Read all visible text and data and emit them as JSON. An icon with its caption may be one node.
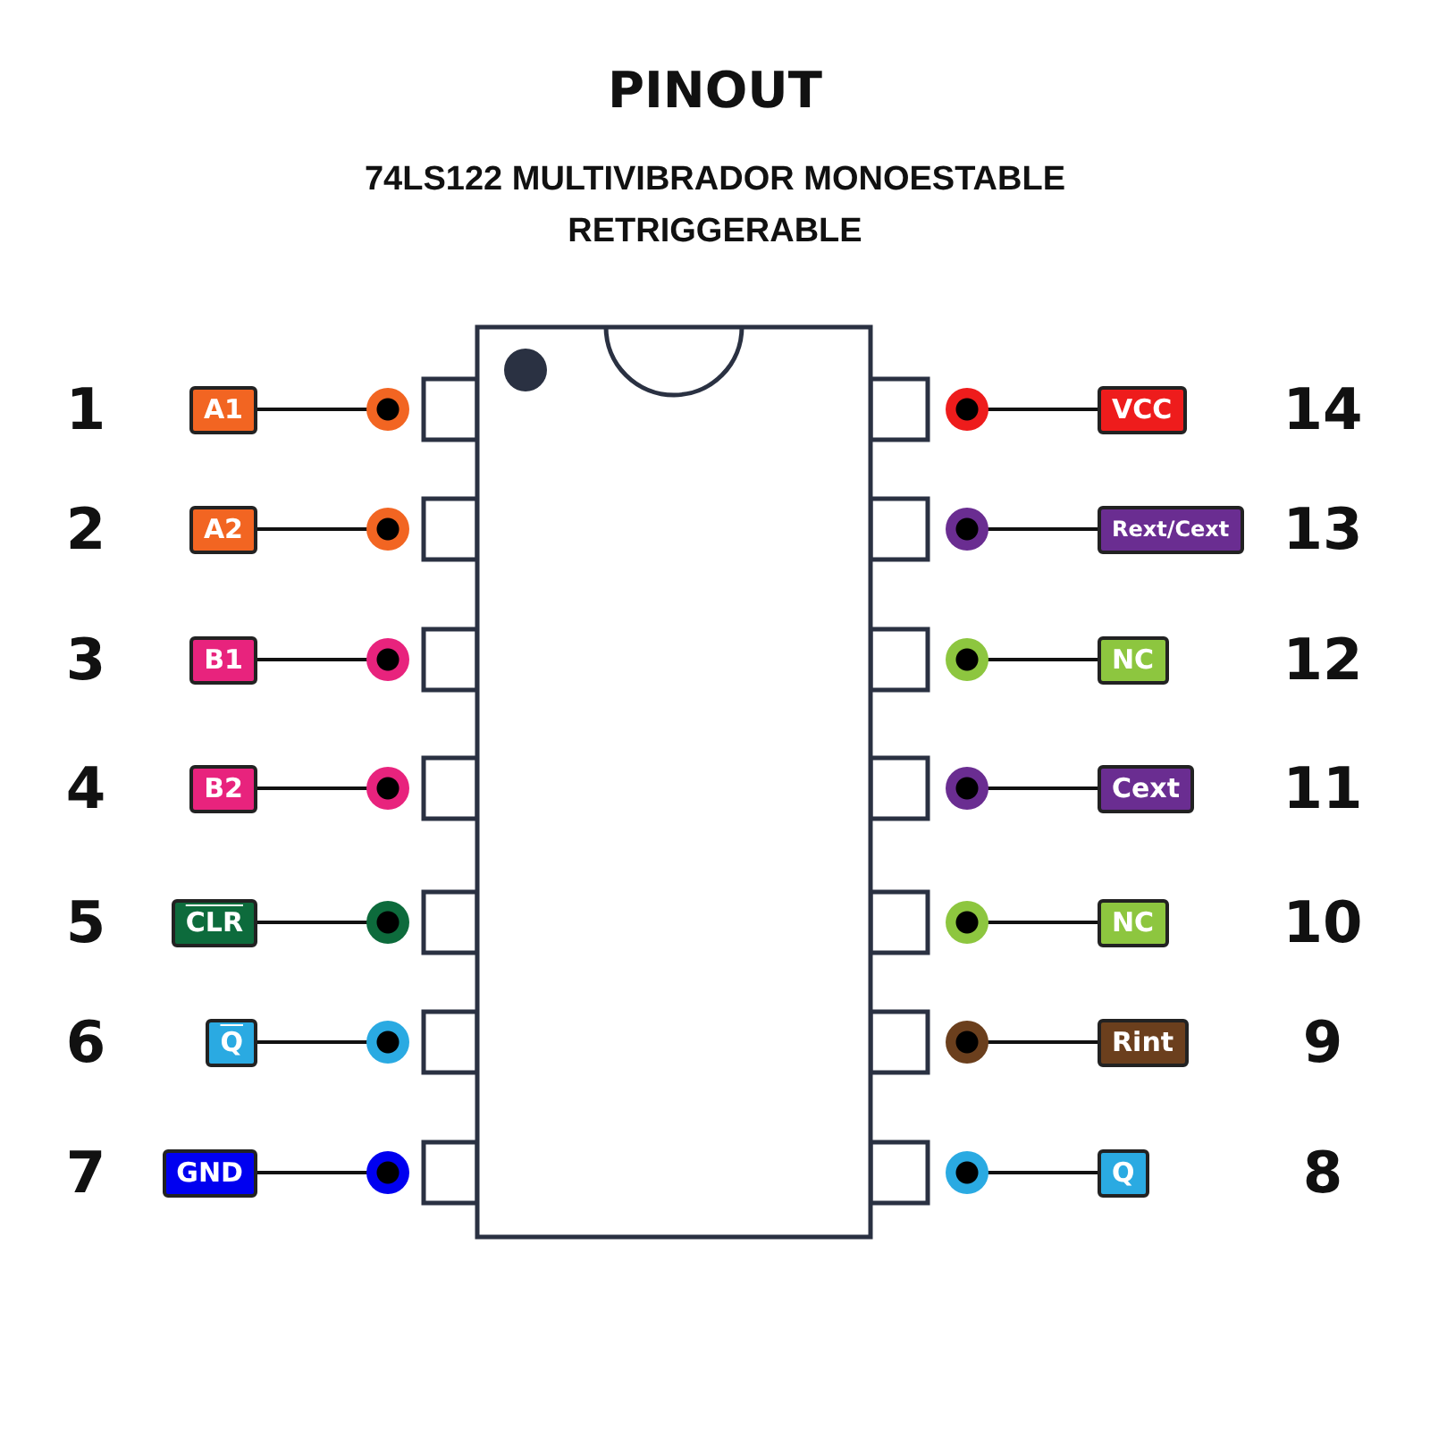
{
  "diagram": {
    "title": "PINOUT",
    "nodes": [
      {
        "text": [
          "A1"
        ],
        "beside": [
          "1"
        ]
      },
      {
        "text": [],
        "shape": "circle"
      },
      {
        "text": [
          "A2"
        ],
        "beside": [
          "2"
        ]
      },
      {
        "text": [],
        "shape": "circle"
      },
      {
        "text": [
          "B1"
        ],
        "beside": [
          "3"
        ]
      },
      {
        "text": [],
        "shape": "circle"
      },
      {
        "text": [
          "B2"
        ],
        "beside": [
          "4"
        ]
      },
      {
        "text": [],
        "shape": "circle"
      },
      {
        "text": [
          "CLR"
        ],
        "beside": [
          "5"
        ]
      },
      {
        "text": [],
        "shape": "circle"
      },
      {
        "text": [
          "Q"
        ],
        "beside": [
          "6"
        ]
      },
      {
        "text": [],
        "shape": "circle"
      },
      {
        "text": [
          "GND"
        ],
        "beside": [
          "7"
        ]
      },
      {
        "text": [],
        "shape": "circle"
      },
      {
        "text": [
          "Q"
        ],
        "beside": [
          "8"
        ]
      },
      {
        "text": [],
        "shape": "circle"
      },
      {
        "text": [
          "Rint"
        ],
        "beside": [
          "9"
        ]
      },
      {
        "text": [],
        "shape": "circle"
      },
      {
        "text": [
          "NC"
        ],
        "beside": [
          "10"
        ]
      },
      {
        "text": [],
        "shape": "circle"
      },
      {
        "text": [
          "Cext"
        ],
        "beside": [
          "11"
        ]
      },
      {
        "text": [],
        "shape": "circle"
      },
      {
        "text": [
          "NC"
        ],
        "beside": [
          "12"
        ]
      },
      {
        "text": [],
        "shape": "circle"
      },
      {
        "text": [
          "Rext/Cext"
        ],
        "beside": [
          "13"
        ]
      },
      {
        "text": [],
        "shape": "circle"
      },
      {
        "text": [
          "VCC"
        ],
        "beside": [
          "14"
        ]
      },
      {
        "text": [],
        "shape": "circle"
      }
    ],
    "edges": [
      {
        "from": 0,
        "to": 1,
        "arrow": "none"
      },
      {
        "from": 2,
        "to": 3,
        "arrow": "none"
      },
      {
        "from": 4,
        "to": 5,
        "arrow": "none"
      },
      {
        "from": 6,
        "to": 7,
        "arrow": "none"
      },
      {
        "from": 8,
        "to": 9,
        "arrow": "none"
      },
      {
        "from": 10,
        "to": 11,
        "arrow": "none"
      },
      {
        "from": 12,
        "to": 13,
        "arrow": "none"
      },
      {
        "from": 14,
        "to": 15,
        "arrow": "none"
      },
      {
        "from": 16,
        "to": 17,
        "arrow": "none"
      },
      {
        "from": 18,
        "to": 19,
        "arrow": "none"
      },
      {
        "from": 20,
        "to": 21,
        "arrow": "none"
      },
      {
        "from": 22,
        "to": 23,
        "arrow": "none"
      },
      {
        "from": 24,
        "to": 25,
        "arrow": "none"
      },
      {
        "from": 26,
        "to": 27,
        "arrow": "none"
      }
    ],
    "labels": [
      "74LS122 MULTIVIBRADOR MONOESTABLE RETRIGGERABLE"
    ]
  }
}
